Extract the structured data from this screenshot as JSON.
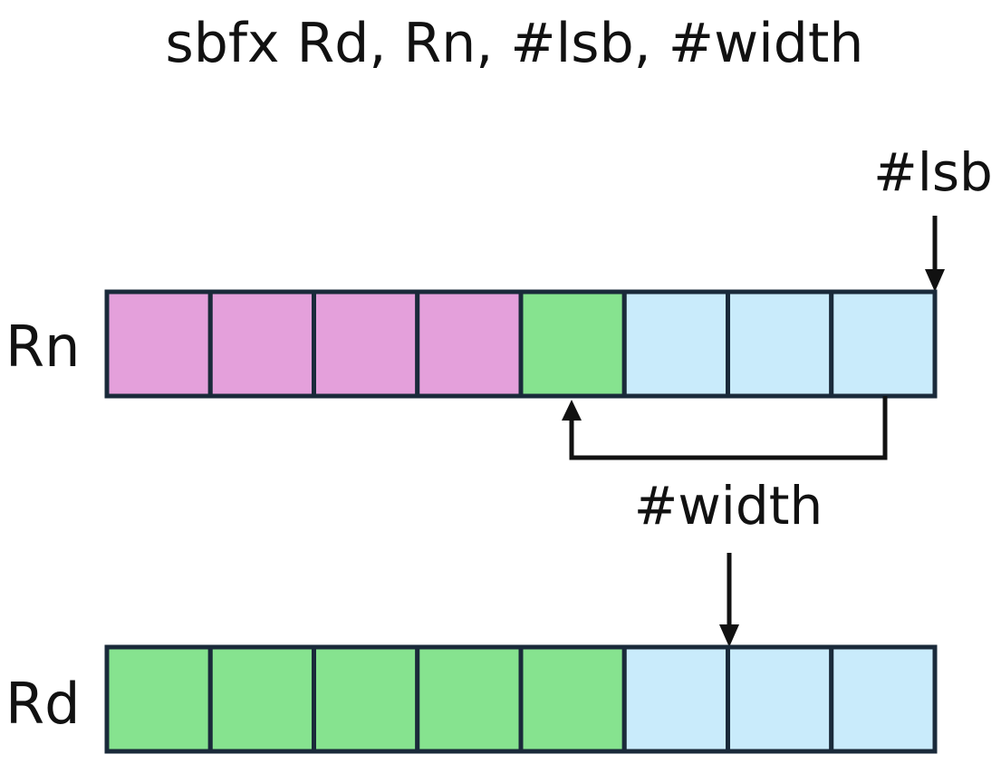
{
  "title": "sbfx Rd, Rn, #lsb, #width",
  "colors": {
    "pink": "#e4a0db",
    "green": "#86e38f",
    "blue": "#c9ebfb",
    "border": "#1a2a3a",
    "arrow": "#111111"
  },
  "registers": {
    "rn": {
      "label": "Rn",
      "cells": [
        "pink",
        "pink",
        "pink",
        "pink",
        "green",
        "blue",
        "blue",
        "blue"
      ]
    },
    "rd": {
      "label": "Rd",
      "cells": [
        "green",
        "green",
        "green",
        "green",
        "green",
        "blue",
        "blue",
        "blue"
      ]
    }
  },
  "annotations": {
    "lsb": "#lsb",
    "width": "#width"
  }
}
